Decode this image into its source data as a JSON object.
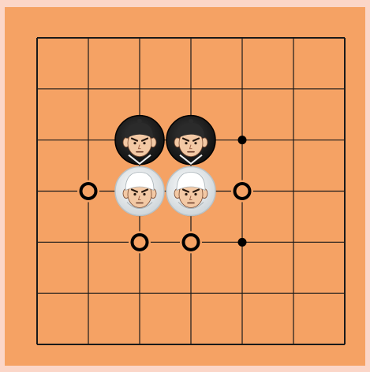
{
  "board": {
    "size": 7,
    "colors": {
      "page_bg": "#fbd6c8",
      "board_bg": "#f5a264",
      "grid_line": "#1a1a1a",
      "black_piece": "#222222",
      "white_piece": "#e6ecef",
      "skin": "#f3c9a5",
      "hair_black": "#2b2b2b",
      "headband_white": "#ffffff"
    },
    "pieces": [
      {
        "side": "black",
        "col": 2,
        "row": 2,
        "icon": "black-warrior-piece-icon"
      },
      {
        "side": "black",
        "col": 3,
        "row": 2,
        "icon": "black-warrior-piece-icon"
      },
      {
        "side": "white",
        "col": 2,
        "row": 3,
        "icon": "white-warrior-piece-icon"
      },
      {
        "side": "white",
        "col": 3,
        "row": 3,
        "icon": "white-warrior-piece-icon"
      }
    ],
    "move_markers": [
      {
        "col": 1,
        "row": 3,
        "icon": "open-ring-move-icon"
      },
      {
        "col": 4,
        "row": 3,
        "icon": "open-ring-move-icon"
      },
      {
        "col": 2,
        "row": 4,
        "icon": "open-ring-move-icon"
      },
      {
        "col": 3,
        "row": 4,
        "icon": "open-ring-move-icon"
      }
    ],
    "dots": [
      {
        "col": 4,
        "row": 2,
        "icon": "dot-icon"
      },
      {
        "col": 4,
        "row": 4,
        "icon": "dot-icon"
      }
    ]
  }
}
